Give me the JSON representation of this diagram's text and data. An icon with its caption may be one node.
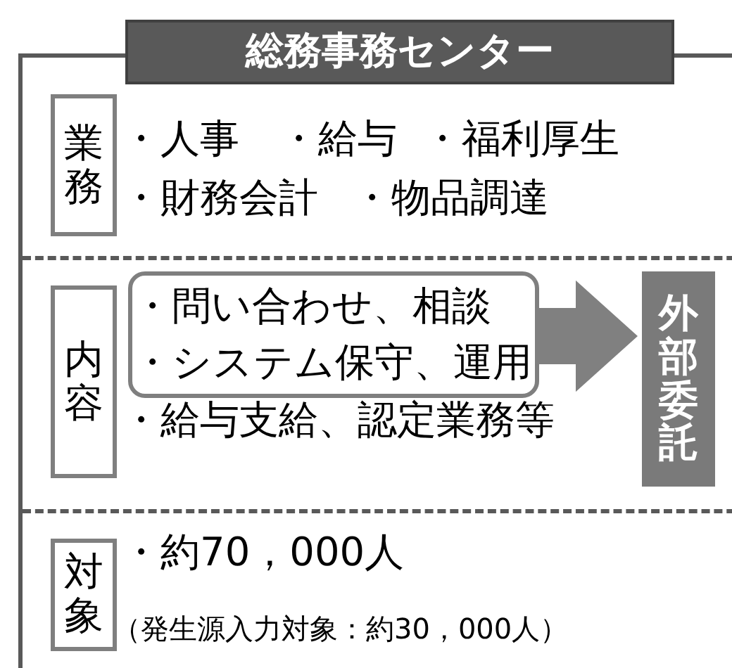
{
  "diagram": {
    "nodes": [
      {
        "text": [
          "総務事務センター"
        ]
      },
      {
        "text": [
          "業務"
        ],
        "in": 0
      },
      {
        "text": [
          "内容"
        ],
        "in": 0
      },
      {
        "text": [
          "・問い合わせ、相談",
          "・システム保守、運用"
        ],
        "in": 0
      },
      {
        "text": [
          "外部委託"
        ],
        "in": 0
      },
      {
        "text": [
          "対象"
        ],
        "in": 0
      }
    ],
    "edges": [
      {
        "from": 3,
        "to": 4,
        "arrow": "to"
      }
    ],
    "labels": [
      "・人事",
      "・給与",
      "・福利厚生",
      "・財務会計",
      "・物品調達",
      "・給与支給、認定業務等",
      "・約70，000人",
      "（発生源入力対象：約30，000人）"
    ]
  }
}
